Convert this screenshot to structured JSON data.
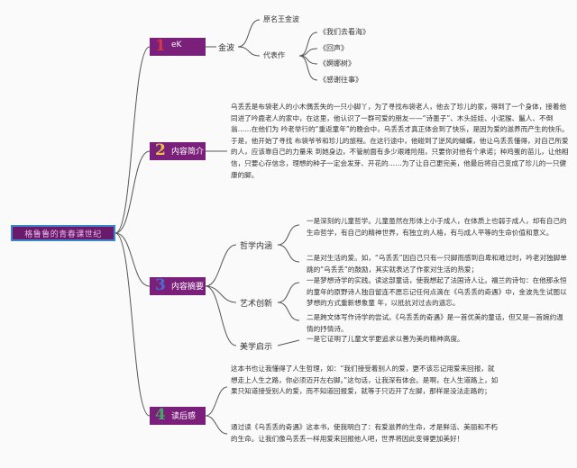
{
  "root": {
    "label": "格鲁鲁的青春课世纪"
  },
  "branches": [
    {
      "number": "1",
      "number_color": "#d4364a",
      "label": "eK",
      "sub": "金波",
      "details": [
        "原名王金波",
        "代表作"
      ],
      "works": [
        "《我们去看海》",
        "《回声》",
        "《婀娜树》",
        "《感谢往事》"
      ]
    },
    {
      "number": "2",
      "number_color": "#e8c34a",
      "label": "内容简介",
      "text": "乌丢丢是布袋老人的小木偶丢失的一只小脚丫，为了寻找布袋老人，他去了珍儿的家，得到了一个身体，接着他同进了吟鹿老人的家中，在这里，他认识了一群可爱的朋友——“诗墨子”、木头娃娃、小泥猴、鬣人、不倒翁……在他们为 吟老举行的“重返童年”的晚会中，乌丢丢才真正体会到了快乐，是因为爱的滋养而产生的快乐。于是，他开始了寻找 布袋爷爷和珍儿的旅程。在这行途中，他碰到了逆风的蝴蝶，他让乌丢丢懂得，对自己所爱的人，应该靠自己的力量来 到她身边，不管前面有多少艰难险阻，只要你对他有个承诺；种鸡蛋的苗儿，让他相信，只要心存信念，理想的种子一定会发芽、开花的……为了让自己更完美，他最后将自己变成了珍儿的一只健康的脚。"
    },
    {
      "number": "3",
      "number_color": "#4a6fd0",
      "label": "内容摘要",
      "groups": [
        {
          "title": "哲学内涵",
          "items": [
            "一是深刻的儿童哲学。儿童虽然在形体上小于成人，在体质上也弱于成人，却有自己的生命哲学，有自己的精神世界，有独立的人格，有与成人平等的生命价值和意义。",
            "二是对生活的爱。如，“乌丢丢”因自己只有一只脚而感到自卑和难过时，吟老对独脚单跳的“乌丢丢”的鼓励，其实就表达了作家对生活的热爱；"
          ]
        },
        {
          "title": "艺术创新",
          "items": [
            "一是梦想诗学的实践。读这部童话，使我想起了法国诗人让。福兰的诗句：在他那永恒的童年的原野诗人独自留连不愿忘记任何点滴在《乌丢丢的奇遇》中，金波先生试图以梦想的方式重新想象童 年，以抵抗对过去的遗忘。",
            "二是跨文体写作诗学的尝试。《乌丢丢的奇遇》是一首优美的童话，但又是一首婉约温情的抒情诗。"
          ]
        },
        {
          "title": "美学启示",
          "items": [
            "一是它证明了儿童文学更追求以善为美的精神高度。"
          ]
        }
      ]
    },
    {
      "number": "4",
      "number_color": "#4aa866",
      "label": "读后感",
      "paragraphs": [
        "这本书也让我懂得了人生哲理，如：“我们接受着别人的爱，更不该忘记用爱来回报，就想走上人生之路，你必须迈开左右脚。”这句话，让我深有体会。是啊，在人生道路上，如果只知道接受别人的爱，而不知道回报爱，就等于只迈开了左脚，那样是没法走路的；",
        "通过读《乌丢丢的奇遇》这本书，使我明白了：有爱滋养的生命，才是鲜活、美丽和不朽的生命。让我们像乌丢丢一样用爱来回报他人吧，世界将因此变得更加美好！"
      ]
    }
  ]
}
